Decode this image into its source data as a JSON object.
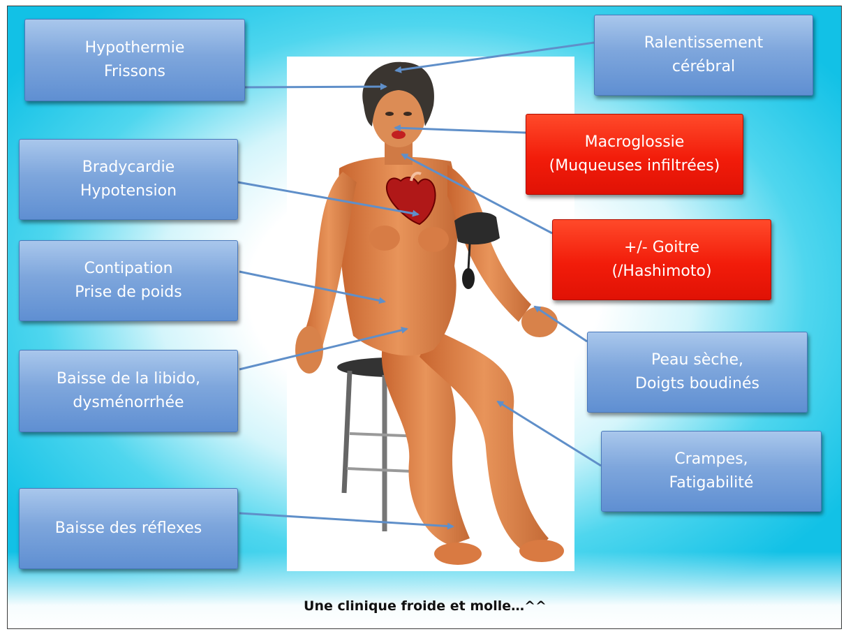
{
  "colors": {
    "blue_box": "#6f9ad8",
    "red_box": "#f21c0a",
    "arrow": "#5f8fc9",
    "background_cyan": "#12c1e6"
  },
  "labels": {
    "hypothermie": {
      "line1": "Hypothermie",
      "line2": "Frissons"
    },
    "ralentissement": {
      "line1": "Ralentissement",
      "line2": "cérébral"
    },
    "macroglossie": {
      "line1": "Macroglossie",
      "line2": "(Muqueuses infiltrées)"
    },
    "bradycardie": {
      "line1": "Bradycardie",
      "line2": "Hypotension"
    },
    "goitre": {
      "line1": "+/- Goitre",
      "line2": "(/Hashimoto)"
    },
    "contipation": {
      "line1": "Contipation",
      "line2": "Prise de poids"
    },
    "peau": {
      "line1": "Peau sèche,",
      "line2": "Doigts boudinés"
    },
    "libido": {
      "line1": "Baisse de la libido,",
      "line2": "dysménorrhée"
    },
    "crampes": {
      "line1": "Crampes,",
      "line2": "Fatigabilité"
    },
    "reflexes": {
      "line1": "Baisse des réflexes"
    }
  },
  "caption": "Une clinique froide et molle…^^"
}
